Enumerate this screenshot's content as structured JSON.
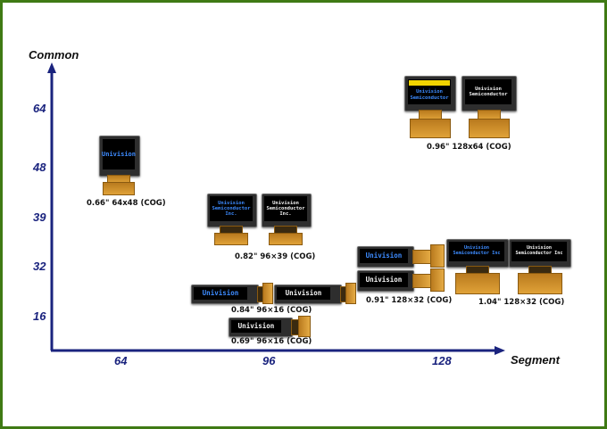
{
  "axes": {
    "y_title": "Common",
    "x_title": "Segment",
    "y_ticks": [
      "64",
      "48",
      "39",
      "32",
      "16"
    ],
    "x_ticks": [
      "64",
      "96",
      "128"
    ],
    "axis_color": "#1a237e",
    "frame_color": "#3f7a14"
  },
  "screen_text": {
    "univision": "Univision",
    "univision_semiconductor_inc_3line": "Univision\nSemiconductor\nInc.",
    "univision_semiconductor_2line": "Univision\nSemiconductor",
    "univision_semiconductor_inc_1line": "Univision\nSemiconductor Inc"
  },
  "displays": [
    {
      "caption": "0.66\" 64x48 (COG)"
    },
    {
      "caption": "0.96\" 128x64 (COG)"
    },
    {
      "caption": "0.82\" 96×39 (COG)"
    },
    {
      "caption": "0.84\" 96×16 (COG)"
    },
    {
      "caption": "0.69\" 96×16 (COG)"
    },
    {
      "caption": "0.91\" 128×32 (COG)"
    },
    {
      "caption": "1.04\" 128×32 (COG)"
    }
  ]
}
